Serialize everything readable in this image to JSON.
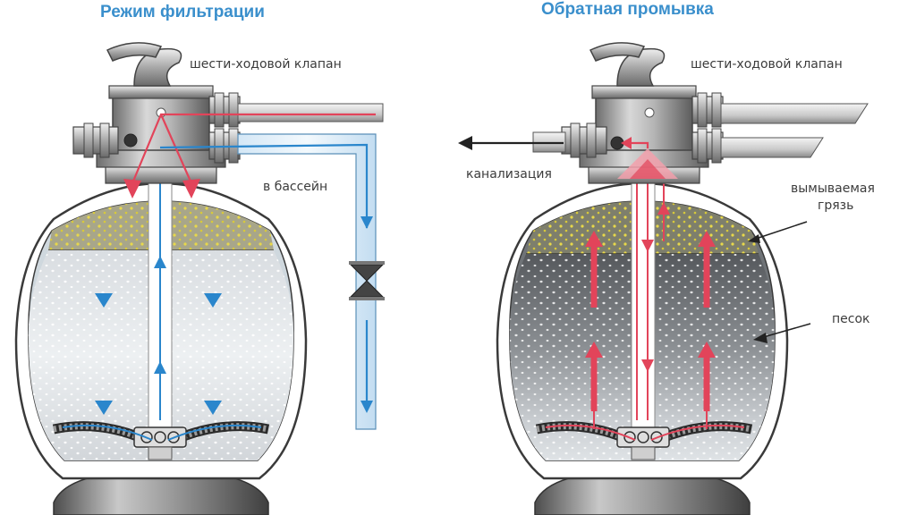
{
  "left_panel": {
    "title": "Режим фильтрации",
    "valve_label": "шести-ходовой клапан",
    "outlet_label": "в бассейн"
  },
  "right_panel": {
    "title": "Обратная промывка",
    "valve_label": "шести-ходовой клапан",
    "drain_label": "канализация",
    "dirt_label_line1": "вымываемая",
    "dirt_label_line2": "грязь",
    "sand_label": "песок"
  },
  "colors": {
    "title": "#3a8fcc",
    "red_flow": "#e2445a",
    "blue_flow": "#2a86cc",
    "tank_outline": "#3a3a3a",
    "dirt_layer": "#a8a68a",
    "sand_light": "#dfe4e8",
    "sand_dark": "#6f7377",
    "metal": "#9a9a9a"
  },
  "icons": [
    "multiport-valve-icon",
    "butterfly-valve-icon",
    "lateral-collector-icon",
    "arrow-icon"
  ]
}
